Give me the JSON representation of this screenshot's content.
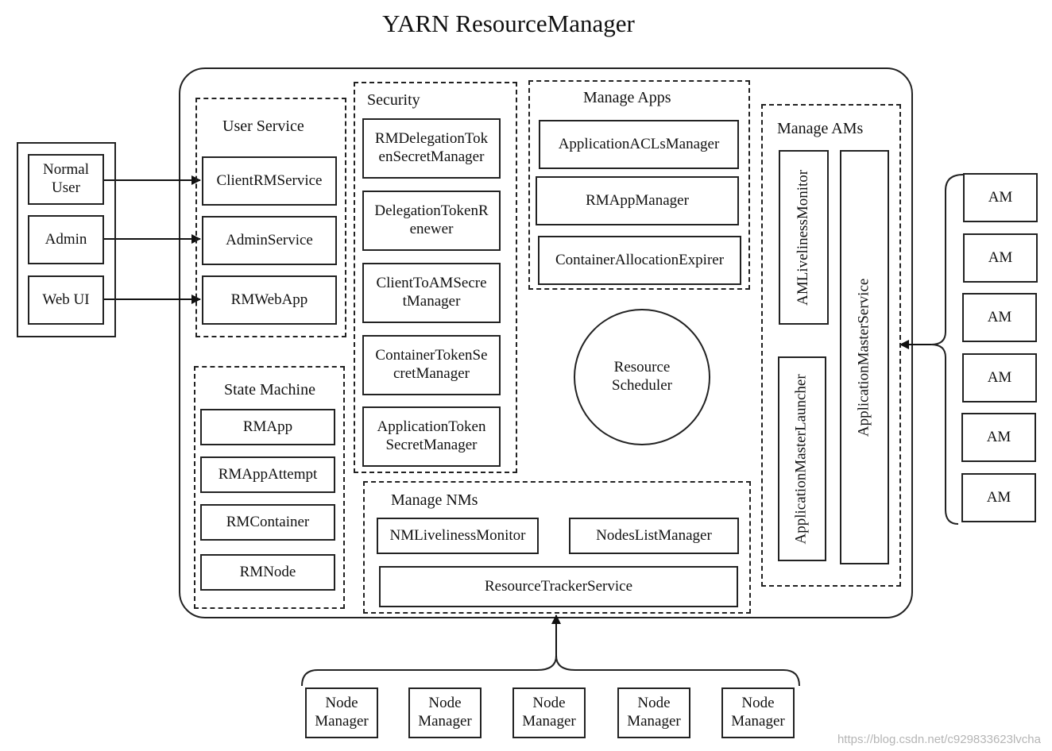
{
  "title": "YARN ResourceManager",
  "clients": [
    "Normal\nUser",
    "Admin",
    "Web UI"
  ],
  "user_service": {
    "label": "User Service",
    "items": [
      "ClientRMService",
      "AdminService",
      "RMWebApp"
    ]
  },
  "state_machine": {
    "label": "State Machine",
    "items": [
      "RMApp",
      "RMAppAttempt",
      "RMContainer",
      "RMNode"
    ]
  },
  "security": {
    "label": "Security",
    "items": [
      "RMDelegationTok\nenSecretManager",
      "DelegationTokenR\nenewer",
      "ClientToAMSecre\ntManager",
      "ContainerTokenSe\ncretManager",
      "ApplicationToken\nSecretManager"
    ]
  },
  "manage_apps": {
    "label": "Manage Apps",
    "items": [
      "ApplicationACLsManager",
      "RMAppManager",
      "ContainerAllocationExpirer"
    ]
  },
  "scheduler": "Resource\nScheduler",
  "manage_nms": {
    "label": "Manage NMs",
    "items": [
      "NMLivelinessMonitor",
      "NodesListManager",
      "ResourceTrackerService"
    ]
  },
  "manage_ams": {
    "label": "Manage AMs",
    "items": [
      "AMLivelinessMonitor",
      "ApplicationMasterLauncher",
      "ApplicationMasterService"
    ]
  },
  "ams": [
    "AM",
    "AM",
    "AM",
    "AM",
    "AM",
    "AM"
  ],
  "node_managers": [
    "Node\nManager",
    "Node\nManager",
    "Node\nManager",
    "Node\nManager",
    "Node\nManager"
  ],
  "watermark": "https://blog.csdn.net/c929833623lvcha"
}
